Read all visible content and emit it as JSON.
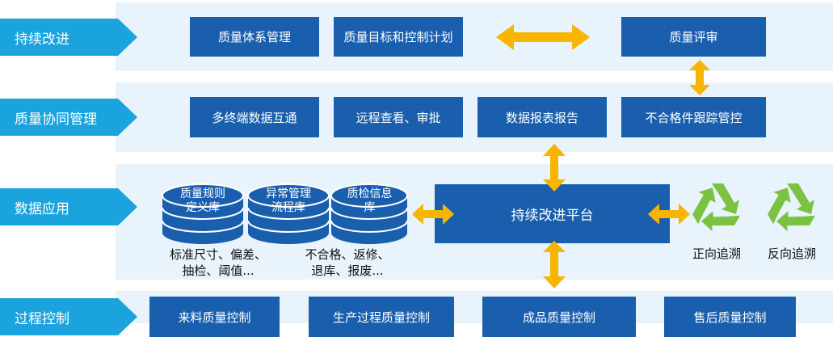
{
  "rows": {
    "row1": {
      "tag": "持续改进",
      "boxes": [
        "质量体系管理",
        "质量目标和控制计划",
        "质量评审"
      ]
    },
    "row2": {
      "tag": "质量协同管理",
      "boxes": [
        "多终端数据互通",
        "远程查看、审批",
        "数据报表报告",
        "不合格件跟踪管控"
      ]
    },
    "row3": {
      "tag": "数据应用",
      "databases": [
        {
          "line1": "质量规则",
          "line2": "定义库"
        },
        {
          "line1": "异常管理",
          "line2": "流程库"
        },
        {
          "line1": "质检信息",
          "line2": "库"
        }
      ],
      "note_left": {
        "line1": "标准尺寸、偏差、",
        "line2": "抽检、阈值..."
      },
      "note_right": {
        "line1": "不合格、返修、",
        "line2": "退库、报废..."
      },
      "platform": "持续改进平台",
      "recycle": [
        "正向追溯",
        "反向追溯"
      ]
    },
    "row4": {
      "tag": "过程控制",
      "boxes": [
        "来料质量控制",
        "生产过程质量控制",
        "成品质量控制",
        "售后质量控制"
      ]
    }
  },
  "colors": {
    "tag": "#1aa3dd",
    "box": "#1a5fad",
    "band": "#e9f3fb",
    "arrow": "#f7b500",
    "recycle": "#7cc242"
  },
  "icons": [
    "double-arrow-icon",
    "database-icon",
    "recycle-icon"
  ]
}
